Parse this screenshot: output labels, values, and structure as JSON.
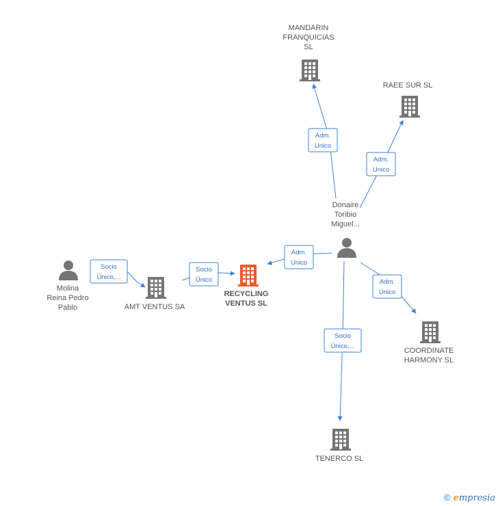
{
  "colors": {
    "edge": "#3b82d6",
    "edge_text": "#2d6fc4",
    "company": "#757575",
    "company_main": "#f05a2a",
    "person": "#757575"
  },
  "nodes": [
    {
      "id": "mandarin",
      "type": "company",
      "lines": [
        "MANDARIN",
        "FRANQUICIAS",
        "SL"
      ]
    },
    {
      "id": "raee",
      "type": "company",
      "lines": [
        "RAEE SUR SL"
      ]
    },
    {
      "id": "donaire",
      "type": "person",
      "lines": [
        "Donaire",
        "Toribio",
        "Miguel..."
      ]
    },
    {
      "id": "recycling",
      "type": "company",
      "main": true,
      "lines": [
        "RECYCLING",
        "VENTUS SL"
      ]
    },
    {
      "id": "amt",
      "type": "company",
      "lines": [
        "AMT VENTUS SA"
      ]
    },
    {
      "id": "molina",
      "type": "person",
      "lines": [
        "Molina",
        "Reina Pedro",
        "Pablo"
      ]
    },
    {
      "id": "coordinate",
      "type": "company",
      "lines": [
        "COORDINATE",
        "HARMONY  SL"
      ]
    },
    {
      "id": "tenerco",
      "type": "company",
      "lines": [
        "TENERCO SL"
      ]
    }
  ],
  "edges": [
    {
      "id": "donaire-mandarin",
      "from": "donaire",
      "to": "mandarin",
      "label": [
        "Adm.",
        "Unico"
      ]
    },
    {
      "id": "donaire-raee",
      "from": "donaire",
      "to": "raee",
      "label": [
        "Adm.",
        "Unico"
      ]
    },
    {
      "id": "donaire-recycling",
      "from": "donaire",
      "to": "recycling",
      "label": [
        "Adm.",
        "Unico"
      ]
    },
    {
      "id": "donaire-coordinate",
      "from": "donaire",
      "to": "coordinate",
      "label": [
        "Adm.",
        "Unico"
      ]
    },
    {
      "id": "donaire-tenerco",
      "from": "donaire",
      "to": "tenerco",
      "label": [
        "Socio",
        "Único,..."
      ]
    },
    {
      "id": "amt-recycling",
      "from": "amt",
      "to": "recycling",
      "label": [
        "Socio",
        "Único"
      ]
    },
    {
      "id": "molina-amt",
      "from": "molina",
      "to": "amt",
      "label": [
        "Socio",
        "Único,..."
      ]
    }
  ],
  "footer": {
    "copyright": "©",
    "brand_first": "e",
    "brand_rest": "mpresia"
  }
}
